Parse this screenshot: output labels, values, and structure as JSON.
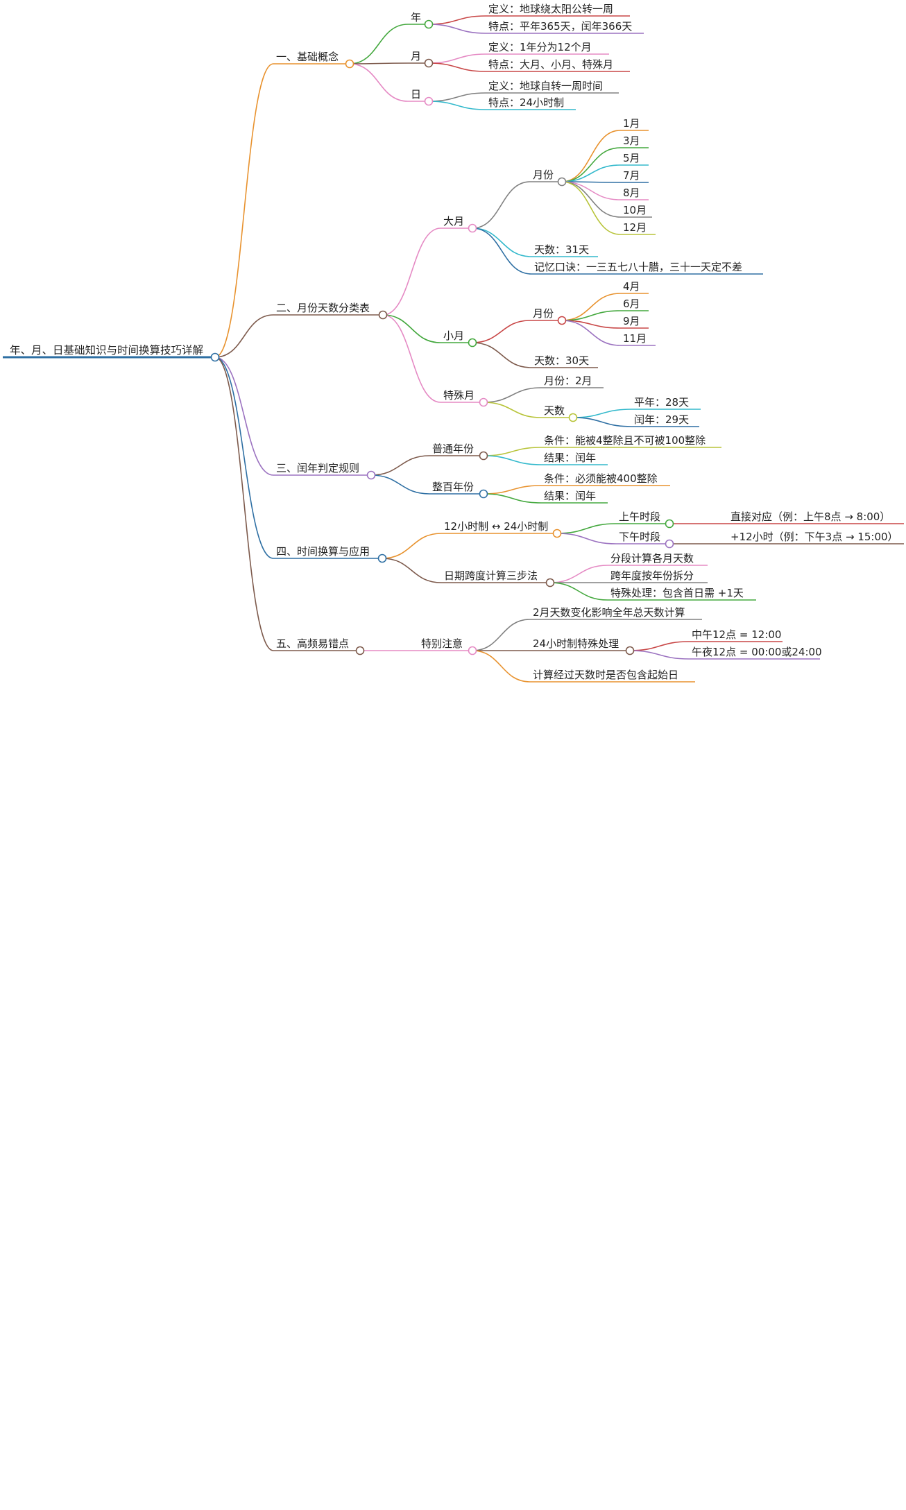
{
  "mindmap": {
    "root": {
      "id": "root",
      "label": "年、月、日基础知识与时间换算技巧详解",
      "color": "#2e6fa3",
      "children": [
        {
          "id": "n1",
          "label": "一、基础概念",
          "color": "#e8922e",
          "children": [
            {
              "id": "n1-1",
              "label": "年",
              "color": "#44a83e",
              "children": [
                {
                  "id": "n1-1-1",
                  "label": "定义：地球绕太阳公转一周",
                  "color": "#c84646"
                },
                {
                  "id": "n1-1-2",
                  "label": "特点：平年365天，闰年366天",
                  "color": "#9b72c0"
                }
              ]
            },
            {
              "id": "n1-2",
              "label": "月",
              "color": "#7d5a4c",
              "children": [
                {
                  "id": "n1-2-1",
                  "label": "定义：1年分为12个月",
                  "color": "#e58ac4"
                },
                {
                  "id": "n1-2-2",
                  "label": "特点：大月、小月、特殊月",
                  "color": "#c84646"
                }
              ]
            },
            {
              "id": "n1-3",
              "label": "日",
              "color": "#e58ac4",
              "children": [
                {
                  "id": "n1-3-1",
                  "label": "定义：地球自转一周时间",
                  "color": "#808080"
                },
                {
                  "id": "n1-3-2",
                  "label": "特点：24小时制",
                  "color": "#33b9cc"
                }
              ]
            }
          ]
        },
        {
          "id": "n2",
          "label": "二、月份天数分类表",
          "color": "#7d5a4c",
          "children": [
            {
              "id": "n2-1",
              "label": "大月",
              "color": "#e58ac4",
              "children": [
                {
                  "id": "n2-1-1",
                  "label": "月份",
                  "color": "#808080",
                  "children": [
                    {
                      "id": "n2-1-1-1",
                      "label": "1月",
                      "color": "#e8922e"
                    },
                    {
                      "id": "n2-1-1-2",
                      "label": "3月",
                      "color": "#44a83e"
                    },
                    {
                      "id": "n2-1-1-3",
                      "label": "5月",
                      "color": "#33b9cc"
                    },
                    {
                      "id": "n2-1-1-4",
                      "label": "7月",
                      "color": "#2e6fa3"
                    },
                    {
                      "id": "n2-1-1-5",
                      "label": "8月",
                      "color": "#e58ac4"
                    },
                    {
                      "id": "n2-1-1-6",
                      "label": "10月",
                      "color": "#808080"
                    },
                    {
                      "id": "n2-1-1-7",
                      "label": "12月",
                      "color": "#b8c43a"
                    }
                  ]
                },
                {
                  "id": "n2-1-2",
                  "label": "天数：31天",
                  "color": "#33b9cc"
                },
                {
                  "id": "n2-1-3",
                  "label": "记忆口诀：一三五七八十腊，三十一天定不差",
                  "color": "#2e6fa3"
                }
              ]
            },
            {
              "id": "n2-2",
              "label": "小月",
              "color": "#44a83e",
              "children": [
                {
                  "id": "n2-2-1",
                  "label": "月份",
                  "color": "#c84646",
                  "children": [
                    {
                      "id": "n2-2-1-1",
                      "label": "4月",
                      "color": "#e8922e"
                    },
                    {
                      "id": "n2-2-1-2",
                      "label": "6月",
                      "color": "#44a83e"
                    },
                    {
                      "id": "n2-2-1-3",
                      "label": "9月",
                      "color": "#c84646"
                    },
                    {
                      "id": "n2-2-1-4",
                      "label": "11月",
                      "color": "#9b72c0"
                    }
                  ]
                },
                {
                  "id": "n2-2-2",
                  "label": "天数：30天",
                  "color": "#7d5a4c"
                }
              ]
            },
            {
              "id": "n2-3",
              "label": "特殊月",
              "color": "#e58ac4",
              "children": [
                {
                  "id": "n2-3-1",
                  "label": "月份：2月",
                  "color": "#808080"
                },
                {
                  "id": "n2-3-2",
                  "label": "天数",
                  "color": "#b8c43a",
                  "children": [
                    {
                      "id": "n2-3-2-1",
                      "label": "平年：28天",
                      "color": "#33b9cc"
                    },
                    {
                      "id": "n2-3-2-2",
                      "label": "闰年：29天",
                      "color": "#2e6fa3"
                    }
                  ]
                }
              ]
            }
          ]
        },
        {
          "id": "n3",
          "label": "三、闰年判定规则",
          "color": "#9b72c0",
          "children": [
            {
              "id": "n3-1",
              "label": "普通年份",
              "color": "#7d5a4c",
              "children": [
                {
                  "id": "n3-1-1",
                  "label": "条件：能被4整除且不可被100整除",
                  "color": "#b8c43a"
                },
                {
                  "id": "n3-1-2",
                  "label": "结果：闰年",
                  "color": "#33b9cc"
                }
              ]
            },
            {
              "id": "n3-2",
              "label": "整百年份",
              "color": "#2e6fa3",
              "children": [
                {
                  "id": "n3-2-1",
                  "label": "条件：必须能被400整除",
                  "color": "#e8922e"
                },
                {
                  "id": "n3-2-2",
                  "label": "结果：闰年",
                  "color": "#44a83e"
                }
              ]
            }
          ]
        },
        {
          "id": "n4",
          "label": "四、时间换算与应用",
          "color": "#2e6fa3",
          "children": [
            {
              "id": "n4-1",
              "label": "12小时制 ↔ 24小时制",
              "color": "#e8922e",
              "children": [
                {
                  "id": "n4-1-1",
                  "label": "上午时段",
                  "color": "#44a83e",
                  "children": [
                    {
                      "id": "n4-1-1-1",
                      "label": "直接对应（例：上午8点 → 8:00）",
                      "color": "#c84646"
                    }
                  ]
                },
                {
                  "id": "n4-1-2",
                  "label": "下午时段",
                  "color": "#9b72c0",
                  "children": [
                    {
                      "id": "n4-1-2-1",
                      "label": "+12小时（例：下午3点 → 15:00）",
                      "color": "#7d5a4c"
                    }
                  ]
                }
              ]
            },
            {
              "id": "n4-2",
              "label": "日期跨度计算三步法",
              "color": "#7d5a4c",
              "children": [
                {
                  "id": "n4-2-1",
                  "label": "分段计算各月天数",
                  "color": "#e58ac4"
                },
                {
                  "id": "n4-2-2",
                  "label": "跨年度按年份拆分",
                  "color": "#808080"
                },
                {
                  "id": "n4-2-3",
                  "label": "特殊处理：包含首日需 +1天",
                  "color": "#44a83e"
                }
              ]
            }
          ]
        },
        {
          "id": "n5",
          "label": "五、高频易错点",
          "color": "#7d5a4c",
          "children": [
            {
              "id": "n5-1",
              "label": "特别注意",
              "color": "#e58ac4",
              "children": [
                {
                  "id": "n5-1-1",
                  "label": "2月天数变化影响全年总天数计算",
                  "color": "#808080"
                },
                {
                  "id": "n5-1-2",
                  "label": "24小时制特殊处理",
                  "color": "#7d5a4c",
                  "children": [
                    {
                      "id": "n5-1-2-1",
                      "label": "中午12点 = 12:00",
                      "color": "#c84646"
                    },
                    {
                      "id": "n5-1-2-2",
                      "label": "午夜12点 = 00:00或24:00",
                      "color": "#9b72c0"
                    }
                  ]
                },
                {
                  "id": "n5-1-3",
                  "label": "计算经过天数时是否包含起始日",
                  "color": "#e8922e"
                }
              ]
            }
          ]
        }
      ]
    }
  }
}
